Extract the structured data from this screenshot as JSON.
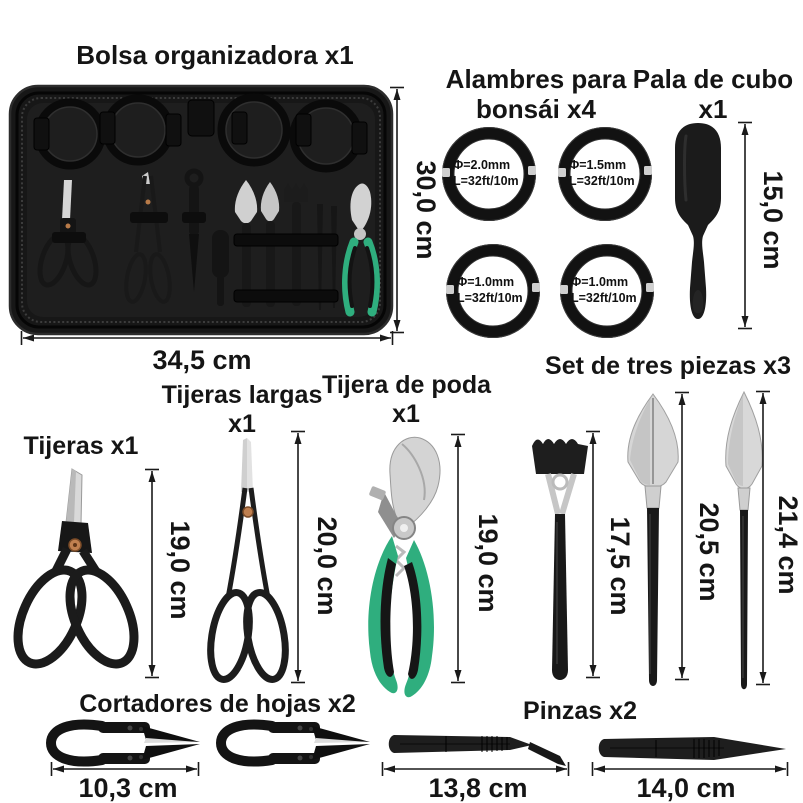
{
  "colors": {
    "ink": "#151515",
    "accent_green": "#2fae7e",
    "metal": "#d4d4d4",
    "copper": "#bf7f4f"
  },
  "bag": {
    "title": "Bolsa organizadora x1",
    "width": "34,5 cm",
    "height": "30,0 cm"
  },
  "wires": {
    "title_line1": "Alambres para",
    "title_line2": "bonsái x4",
    "coils": [
      {
        "diameter": "Φ=2.0mm",
        "length": "L=32ft/10m"
      },
      {
        "diameter": "Φ=1.5mm",
        "length": "L=32ft/10m"
      },
      {
        "diameter": "Φ=1.0mm",
        "length": "L=32ft/10m"
      },
      {
        "diameter": "Φ=1.0mm",
        "length": "L=32ft/10m"
      }
    ]
  },
  "scoop": {
    "title_line1": "Pala de cubo",
    "title_line2": "x1",
    "height": "15,0 cm"
  },
  "scissors": {
    "title": "Tijeras x1",
    "height": "19,0 cm"
  },
  "long_scissors": {
    "title_line1": "Tijeras largas",
    "title_line2": "x1",
    "height": "20,0 cm"
  },
  "pruner": {
    "title_line1": "Tijera de poda",
    "title_line2": "x1",
    "height": "19,0 cm"
  },
  "three_piece_set": {
    "title": "Set de tres piezas x3",
    "rake_height": "17,5 cm",
    "wide_shovel_height": "20,5 cm",
    "narrow_shovel_height": "21,4 cm"
  },
  "leaf_cutters": {
    "title": "Cortadores de hojas x2",
    "width": "10,3 cm"
  },
  "tweezers": {
    "title": "Pinzas x2",
    "bent_width": "13,8 cm",
    "straight_width": "14,0 cm"
  }
}
